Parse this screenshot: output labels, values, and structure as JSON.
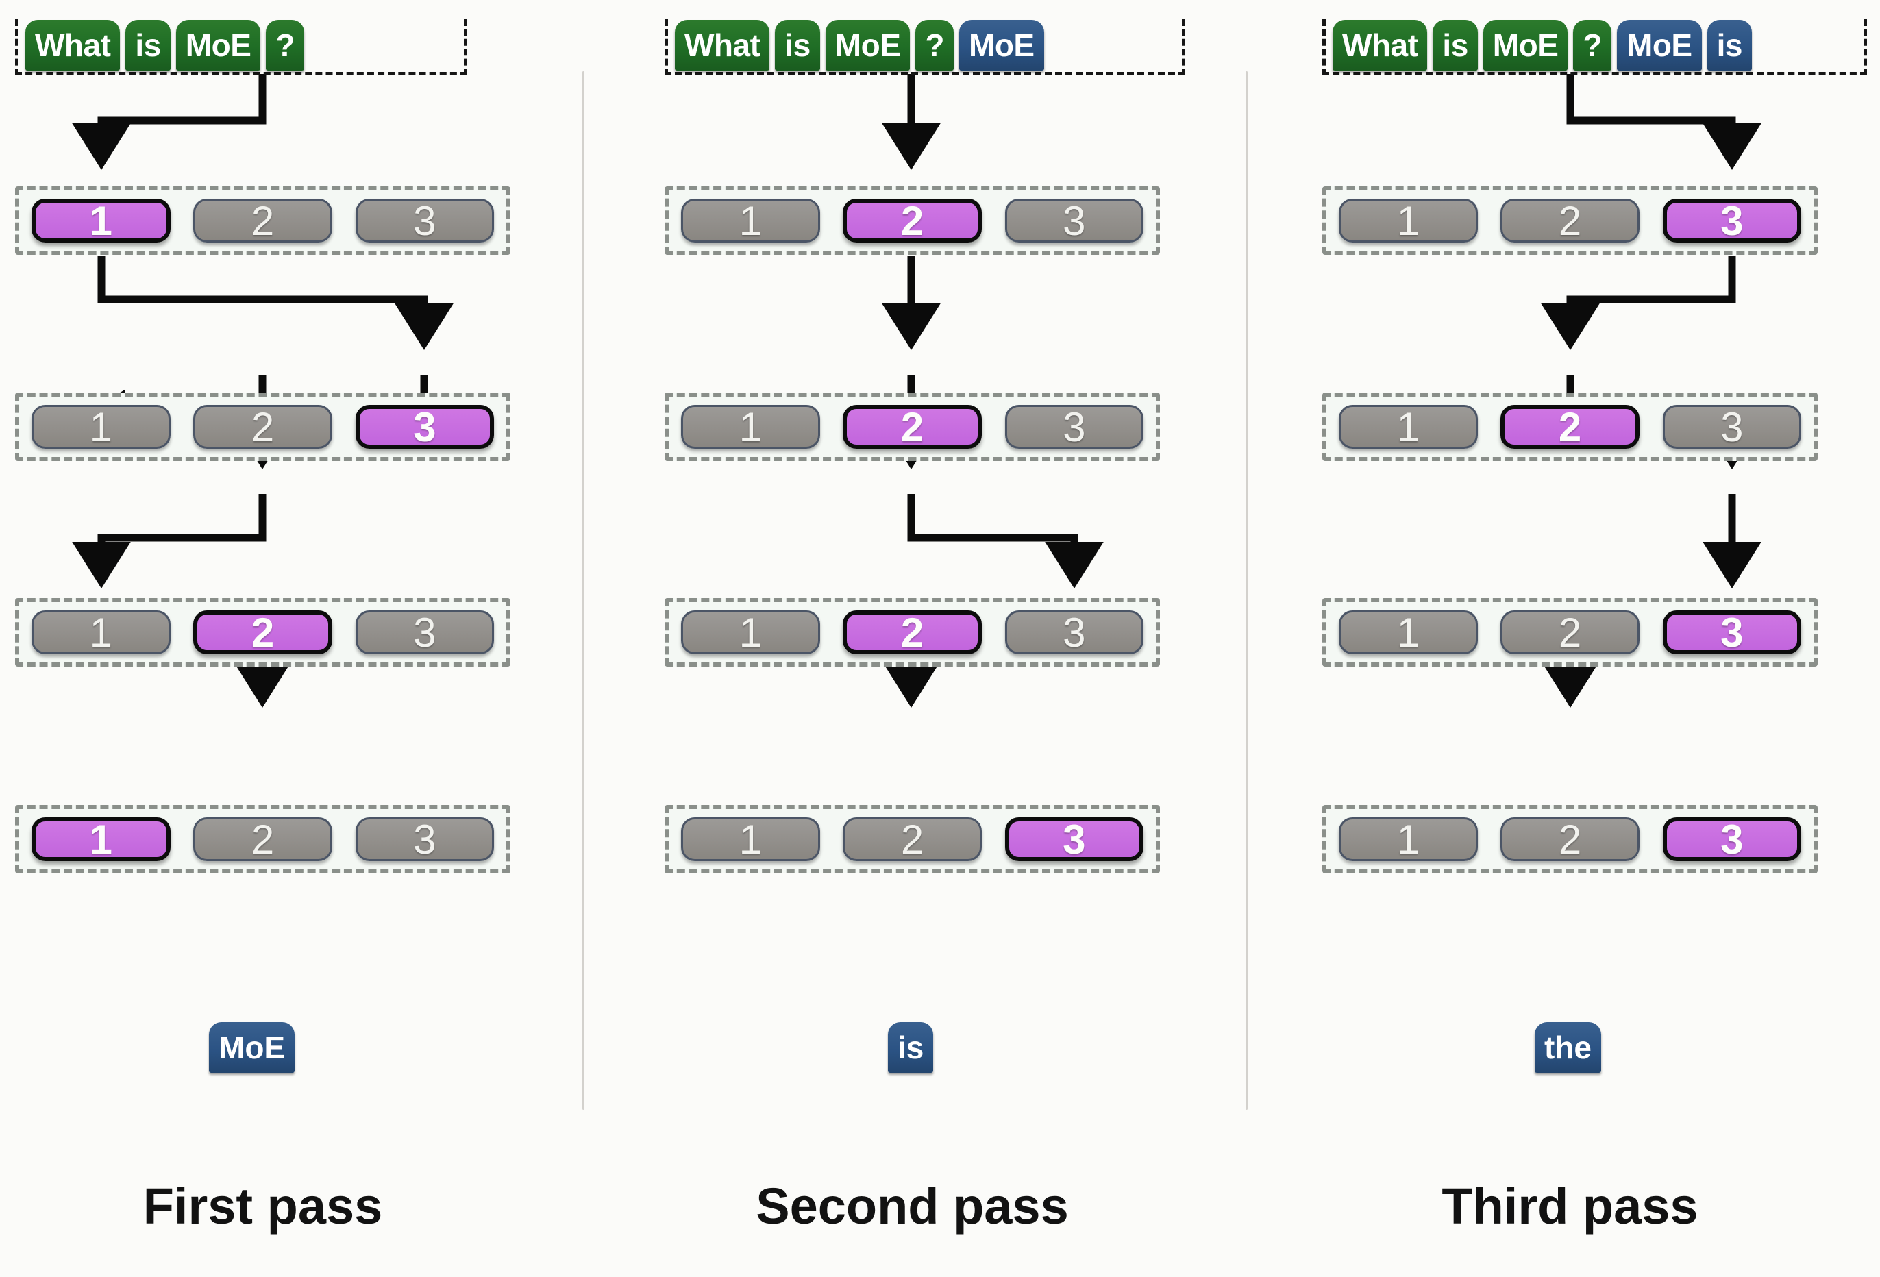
{
  "figure": {
    "title": "MoE multi-pass expert routing",
    "colors": {
      "prompt_token": "#1f6d25",
      "generated_token": "#2b5384",
      "active_expert": "#c86ee0",
      "idle_expert": "#928f8b",
      "layer_border": "#8a8f8a",
      "arrow": "#0b0b0b",
      "divider": "#d3d1cd",
      "background": "#fbfbf9"
    },
    "expert_labels": [
      "1",
      "2",
      "3"
    ],
    "layer_count": 4
  },
  "passes": [
    {
      "id": "first-pass",
      "label": "First pass",
      "input_tokens": [
        {
          "text": "What",
          "kind": "prompt"
        },
        {
          "text": "is",
          "kind": "prompt"
        },
        {
          "text": "MoE",
          "kind": "prompt"
        },
        {
          "text": "?",
          "kind": "prompt"
        }
      ],
      "layers": [
        {
          "index": 1,
          "experts": [
            "1",
            "2",
            "3"
          ],
          "active": 1
        },
        {
          "index": 2,
          "experts": [
            "1",
            "2",
            "3"
          ],
          "active": 3
        },
        {
          "index": 3,
          "experts": [
            "1",
            "2",
            "3"
          ],
          "active": 2
        },
        {
          "index": 4,
          "experts": [
            "1",
            "2",
            "3"
          ],
          "active": 1
        }
      ],
      "output_token": {
        "text": "MoE",
        "kind": "generated"
      }
    },
    {
      "id": "second-pass",
      "label": "Second pass",
      "input_tokens": [
        {
          "text": "What",
          "kind": "prompt"
        },
        {
          "text": "is",
          "kind": "prompt"
        },
        {
          "text": "MoE",
          "kind": "prompt"
        },
        {
          "text": "?",
          "kind": "prompt"
        },
        {
          "text": "MoE",
          "kind": "generated"
        }
      ],
      "layers": [
        {
          "index": 1,
          "experts": [
            "1",
            "2",
            "3"
          ],
          "active": 2
        },
        {
          "index": 2,
          "experts": [
            "1",
            "2",
            "3"
          ],
          "active": 2
        },
        {
          "index": 3,
          "experts": [
            "1",
            "2",
            "3"
          ],
          "active": 2
        },
        {
          "index": 4,
          "experts": [
            "1",
            "2",
            "3"
          ],
          "active": 3
        }
      ],
      "output_token": {
        "text": "is",
        "kind": "generated"
      }
    },
    {
      "id": "third-pass",
      "label": "Third pass",
      "input_tokens": [
        {
          "text": "What",
          "kind": "prompt"
        },
        {
          "text": "is",
          "kind": "prompt"
        },
        {
          "text": "MoE",
          "kind": "prompt"
        },
        {
          "text": "?",
          "kind": "prompt"
        },
        {
          "text": "MoE",
          "kind": "generated"
        },
        {
          "text": "is",
          "kind": "generated"
        }
      ],
      "layers": [
        {
          "index": 1,
          "experts": [
            "1",
            "2",
            "3"
          ],
          "active": 3
        },
        {
          "index": 2,
          "experts": [
            "1",
            "2",
            "3"
          ],
          "active": 2
        },
        {
          "index": 3,
          "experts": [
            "1",
            "2",
            "3"
          ],
          "active": 3
        },
        {
          "index": 4,
          "experts": [
            "1",
            "2",
            "3"
          ],
          "active": 3
        }
      ],
      "output_token": {
        "text": "the",
        "kind": "generated"
      }
    }
  ]
}
